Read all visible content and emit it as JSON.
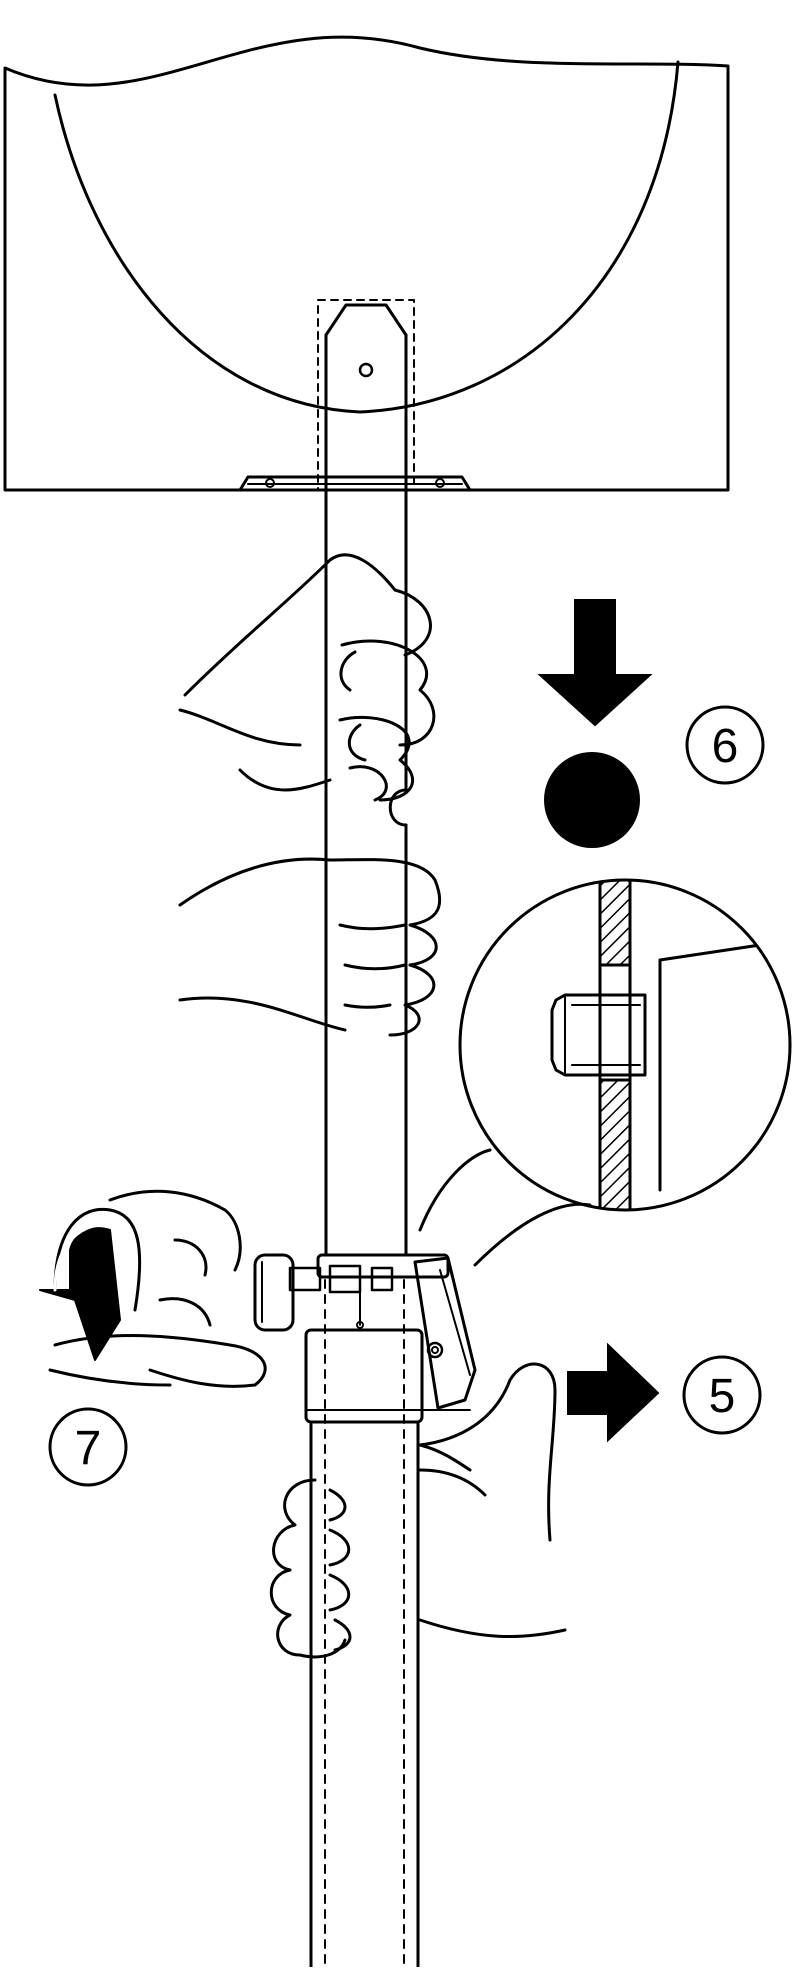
{
  "diagram": {
    "step_markers": [
      {
        "id": "step-5",
        "label": "5"
      },
      {
        "id": "step-6",
        "label": "6"
      },
      {
        "id": "step-7",
        "label": "7"
      }
    ],
    "ink_color": "#000000",
    "paper_color": "#ffffff"
  }
}
